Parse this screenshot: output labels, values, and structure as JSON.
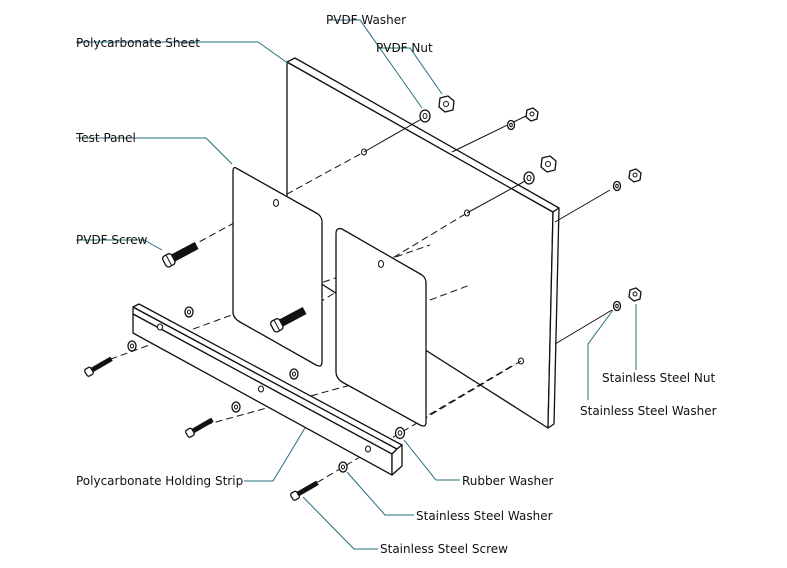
{
  "diagram": {
    "labels": {
      "pvdf_washer": "PVDF Washer",
      "pvdf_nut": "PVDF Nut",
      "polycarbonate_sheet": "Polycarbonate Sheet",
      "test_panel": "Test Panel",
      "pvdf_screw": "PVDF Screw",
      "stainless_steel_nut": "Stainless Steel Nut",
      "stainless_steel_washer_right": "Stainless Steel Washer",
      "polycarbonate_holding_strip": "Polycarbonate Holding Strip",
      "rubber_washer": "Rubber Washer",
      "stainless_steel_washer_bottom": "Stainless Steel Washer",
      "stainless_steel_screw": "Stainless Steel Screw"
    },
    "colors": {
      "line": "#111111",
      "leader": "#1f6f7a",
      "background": "#ffffff"
    }
  }
}
